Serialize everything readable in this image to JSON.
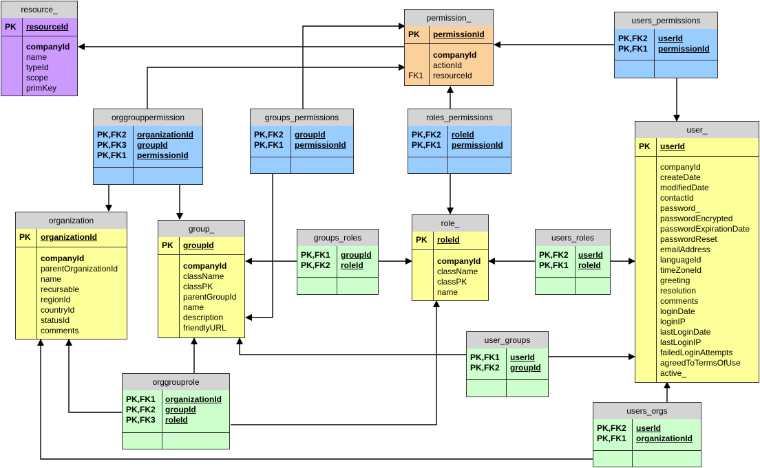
{
  "colors": {
    "yellow": "#ffff99",
    "orange": "#fbd09b",
    "blue": "#99ccff",
    "green": "#ccffcc",
    "purple": "#cc99ff",
    "header": "#d4d4d4"
  },
  "entities": {
    "resource": {
      "title": "resource_",
      "pk_key": "PK",
      "pk_field": "resourceId",
      "fields": [
        "companyId",
        "name",
        "typeId",
        "scope",
        "primKey"
      ]
    },
    "permission": {
      "title": "permission_",
      "pk_key": "PK",
      "pk_field": "permissionId",
      "fields": [
        "companyId",
        "actionId",
        "resourceId"
      ],
      "fk_label": "FK1"
    },
    "users_permissions": {
      "title": "users_permissions",
      "keys": [
        "PK,FK2",
        "PK,FK1"
      ],
      "fields": [
        "userId",
        "permissionId"
      ]
    },
    "orggrouppermission": {
      "title": "orggrouppermission",
      "keys": [
        "PK,FK2",
        "PK,FK3",
        "PK,FK1"
      ],
      "fields": [
        "organizationId",
        "groupId",
        "permissionId"
      ]
    },
    "groups_permissions": {
      "title": "groups_permissions",
      "keys": [
        "PK,FK2",
        "PK,FK1"
      ],
      "fields": [
        "groupId",
        "permissionId"
      ]
    },
    "roles_permissions": {
      "title": "roles_permissions",
      "keys": [
        "PK,FK2",
        "PK,FK1"
      ],
      "fields": [
        "roleId",
        "permissionId"
      ]
    },
    "user": {
      "title": "user_",
      "pk_key": "PK",
      "pk_field": "userId",
      "fields": [
        "companyId",
        "createDate",
        "modifiedDate",
        "contactId",
        "password_",
        "passwordEncrypted",
        "passwordExpirationDate",
        "passwordReset",
        "emailAddress",
        "languageId",
        "timeZoneId",
        "greeting",
        "resolution",
        "comments",
        "loginDate",
        "loginIP",
        "lastLoginDate",
        "lastLoginIP",
        "failedLoginAttempts",
        "agreedToTermsOfUse",
        "active_"
      ]
    },
    "organization": {
      "title": "organization",
      "pk_key": "PK",
      "pk_field": "organizationId",
      "fields": [
        "companyId",
        "parentOrganizationId",
        "name",
        "recursable",
        "regionId",
        "countryId",
        "statusId",
        "comments"
      ]
    },
    "group": {
      "title": "group_",
      "pk_key": "PK",
      "pk_field": "groupId",
      "fields": [
        "companyId",
        "className",
        "classPK",
        "parentGroupId",
        "name",
        "description",
        "friendlyURL"
      ]
    },
    "groups_roles": {
      "title": "groups_roles",
      "keys": [
        "PK,FK1",
        "PK,FK2"
      ],
      "fields": [
        "groupId",
        "roleId"
      ]
    },
    "role": {
      "title": "role_",
      "pk_key": "PK",
      "pk_field": "roleId",
      "fields": [
        "companyId",
        "className",
        "classPK",
        "name"
      ]
    },
    "users_roles": {
      "title": "users_roles",
      "keys": [
        "PK,FK2",
        "PK,FK1"
      ],
      "fields": [
        "userId",
        "roleId"
      ]
    },
    "user_groups": {
      "title": "user_groups",
      "keys": [
        "PK,FK1",
        "PK,FK2"
      ],
      "fields": [
        "userId",
        "groupId"
      ]
    },
    "orggrouprole": {
      "title": "orggrouprole",
      "keys": [
        "PK,FK1",
        "PK,FK2",
        "PK,FK3"
      ],
      "fields": [
        "organizationId",
        "groupId",
        "roleId"
      ]
    },
    "users_orgs": {
      "title": "users_orgs",
      "keys": [
        "PK,FK2",
        "PK,FK1"
      ],
      "fields": [
        "userId",
        "organizationId"
      ]
    }
  }
}
